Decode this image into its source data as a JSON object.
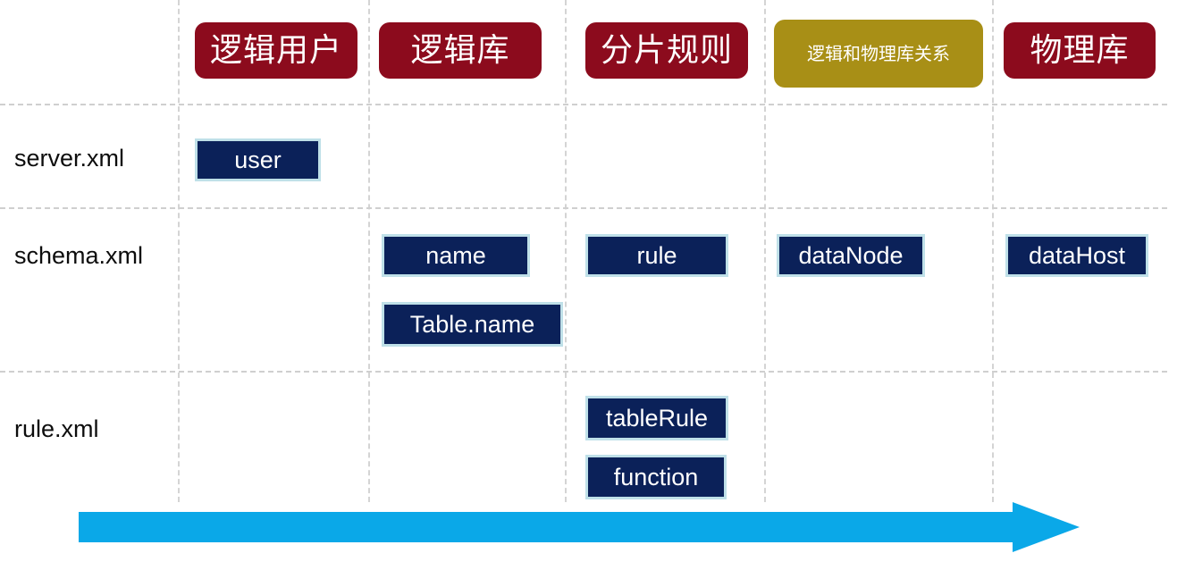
{
  "diagram": {
    "title_columns": [
      {
        "label": "逻辑用户",
        "color": "#8c0b1d",
        "style": "big"
      },
      {
        "label": "逻辑库",
        "color": "#8c0b1d",
        "style": "big"
      },
      {
        "label": "分片规则",
        "color": "#8c0b1d",
        "style": "big"
      },
      {
        "label": "逻辑和物理库关系",
        "color": "#a88f16",
        "style": "small"
      },
      {
        "label": "物理库",
        "color": "#8c0b1d",
        "style": "big"
      }
    ],
    "row_labels": [
      {
        "label": "server.xml"
      },
      {
        "label": "schema.xml"
      },
      {
        "label": "rule.xml"
      }
    ],
    "cells": [
      {
        "label": "user",
        "row": "server.xml",
        "column": "逻辑用户"
      },
      {
        "label": "name",
        "row": "schema.xml",
        "column": "逻辑库"
      },
      {
        "label": "Table.name",
        "row": "schema.xml",
        "column": "逻辑库"
      },
      {
        "label": "rule",
        "row": "schema.xml",
        "column": "分片规则"
      },
      {
        "label": "dataNode",
        "row": "schema.xml",
        "column": "逻辑和物理库关系"
      },
      {
        "label": "dataHost",
        "row": "schema.xml",
        "column": "物理库"
      },
      {
        "label": "tableRule",
        "row": "rule.xml",
        "column": "分片规则"
      },
      {
        "label": "function",
        "row": "rule.xml",
        "column": "分片规则"
      }
    ],
    "arrow": {
      "direction": "right",
      "color": "#0aa8e8"
    },
    "colors": {
      "pill_crimson": "#8c0b1d",
      "pill_olive": "#a88f16",
      "chip_fill": "#0b2159",
      "chip_border": "#bfe0e8",
      "grid_line": "#d4d4d4",
      "arrow": "#0aa8e8",
      "background": "#ffffff"
    }
  }
}
